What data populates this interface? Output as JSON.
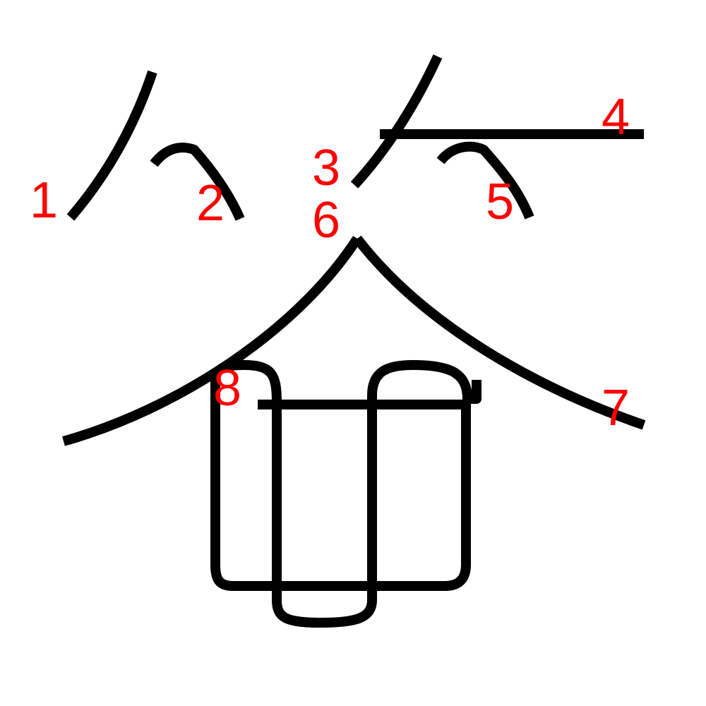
{
  "stroke_color": "#000000",
  "label_color": "#ff0000",
  "labels": {
    "n1": "1",
    "n2": "2",
    "n3": "3",
    "n4": "4",
    "n5": "5",
    "n6": "6",
    "n7": "7",
    "n8": "8"
  }
}
